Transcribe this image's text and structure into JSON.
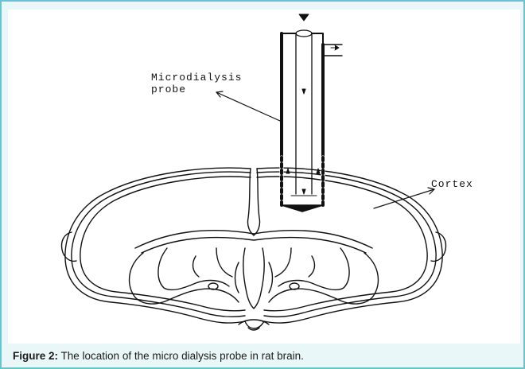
{
  "figure": {
    "probe_label_line1": "Microdialysis",
    "probe_label_line2": "probe",
    "cortex_label": "Cortex",
    "caption_label": "Figure 2:",
    "caption_text": " The location of the micro dialysis probe in rat brain.",
    "frame_color": "#6cc3cf",
    "frame_background": "#eaf7f8"
  }
}
